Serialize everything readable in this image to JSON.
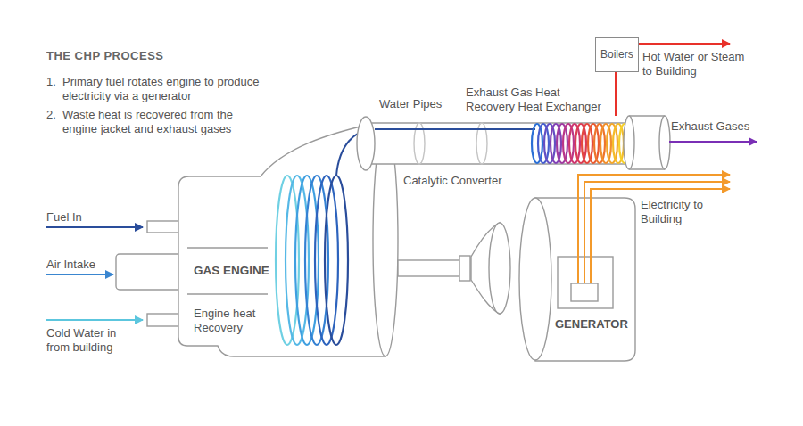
{
  "diagram": {
    "title": "THE CHP PROCESS",
    "nodes": [
      {
        "text": [
          "Boilers"
        ]
      },
      {
        "text": [
          "GAS ENGINE"
        ]
      },
      {
        "text": [
          "GENERATOR"
        ]
      }
    ],
    "labels": [
      "1.",
      "Primary fuel rotates engine to produce electricity via a generator",
      "2.",
      "Waste heat is recovered from the engine jacket and exhaust gases",
      "Water Pipes",
      "Exhaust Gas Heat Recovery Heat Exchanger",
      "Hot Water or Steam to Building",
      "Exhaust Gases",
      "Catalytic Converter",
      "Fuel In",
      "Air Intake",
      "Cold Water in from building",
      "Engine heat Recovery",
      "Electricity to Building"
    ]
  }
}
